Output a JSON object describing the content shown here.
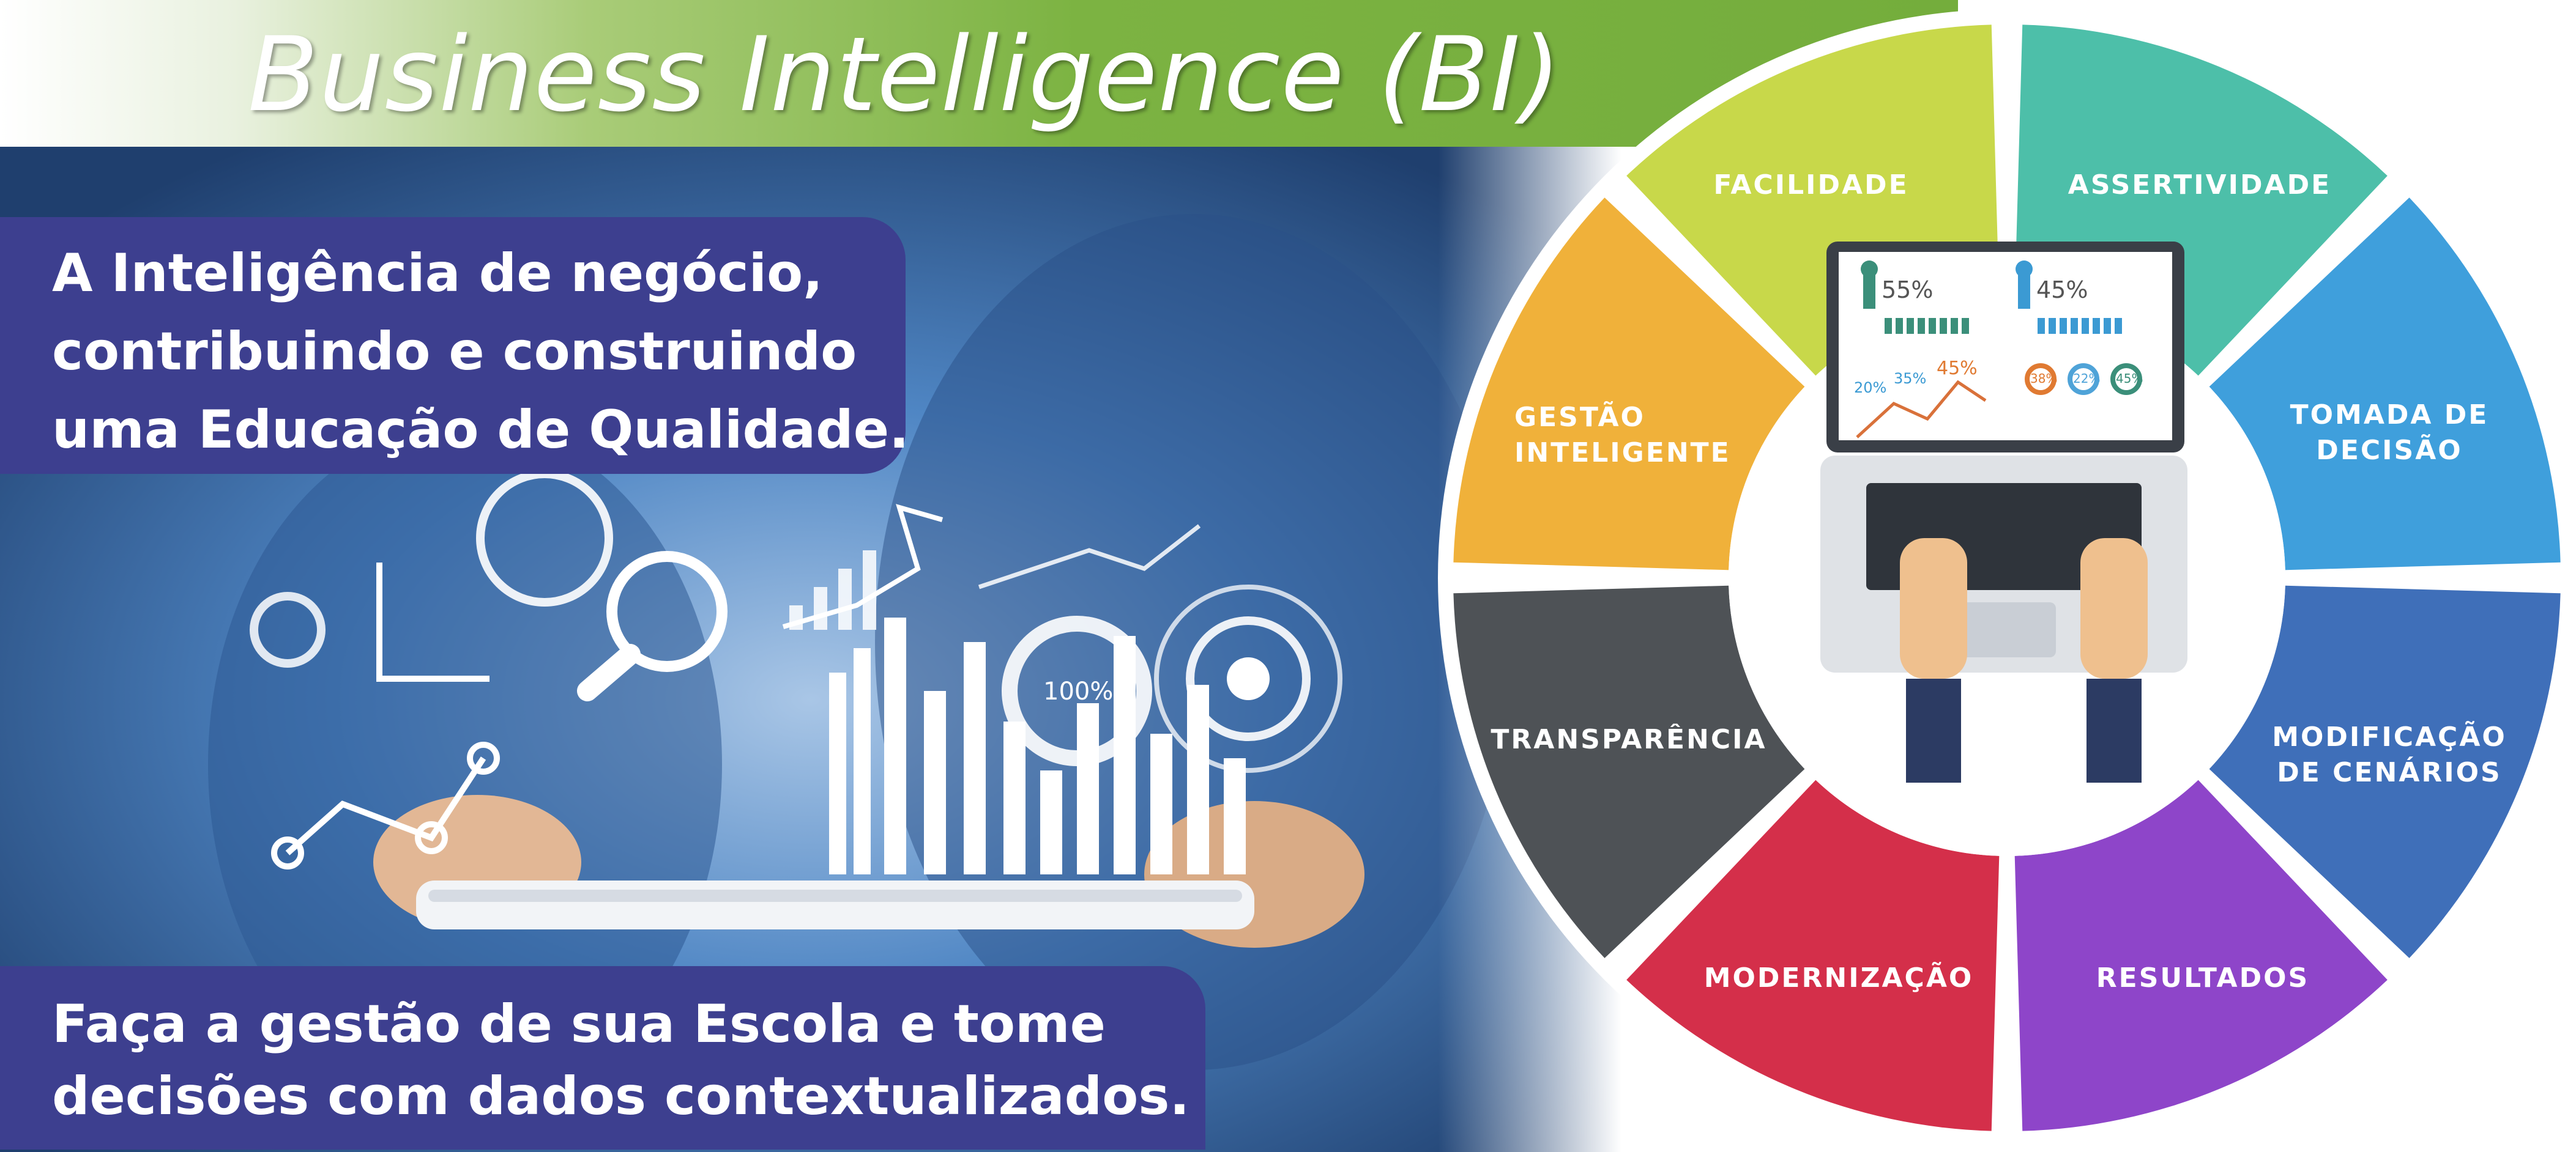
{
  "title": "Business Intelligence (BI)",
  "callout_top": [
    "A Inteligência de negócio,",
    "contribuindo e construindo",
    "uma Educação de Qualidade."
  ],
  "callout_bottom": [
    "Faça a gestão de sua Escola e tome",
    "decisões com dados contextualizados."
  ],
  "wheel": {
    "segments": [
      {
        "lines": [
          "FACILIDADE"
        ],
        "color": "#f0b13a"
      },
      {
        "lines": [
          "ASSERTIVIDADE"
        ],
        "color": "#c8d84a"
      },
      {
        "lines": [
          "TOMADA DE",
          "DECISÃO"
        ],
        "color": "#4dbfa9"
      },
      {
        "lines": [
          "MODIFICAÇÃO",
          "DE CENÁRIOS"
        ],
        "color": "#3f9fdc"
      },
      {
        "lines": [
          "RESULTADOS"
        ],
        "color": "#3f6fb9"
      },
      {
        "lines": [
          "MODERNIZAÇÃO"
        ],
        "color": "#8e45c9"
      },
      {
        "lines": [
          "TRANSPARÊNCIA"
        ],
        "color": "#d42f4a"
      },
      {
        "lines": [
          "GESTÃO",
          "INTELIGENTE"
        ],
        "color": "#4e5256"
      }
    ],
    "laptop_stats": {
      "people_left": "55%",
      "people_right": "45%",
      "line_labels": [
        "20%",
        "35%",
        "45%"
      ],
      "donuts": [
        "38%",
        "22%",
        "45%"
      ]
    }
  },
  "tablet_readout": "100%",
  "colors": {
    "title_bar_green": "#7cb342",
    "callout_navy": "#3d3f8f",
    "background_blue": "#3e74b6"
  }
}
